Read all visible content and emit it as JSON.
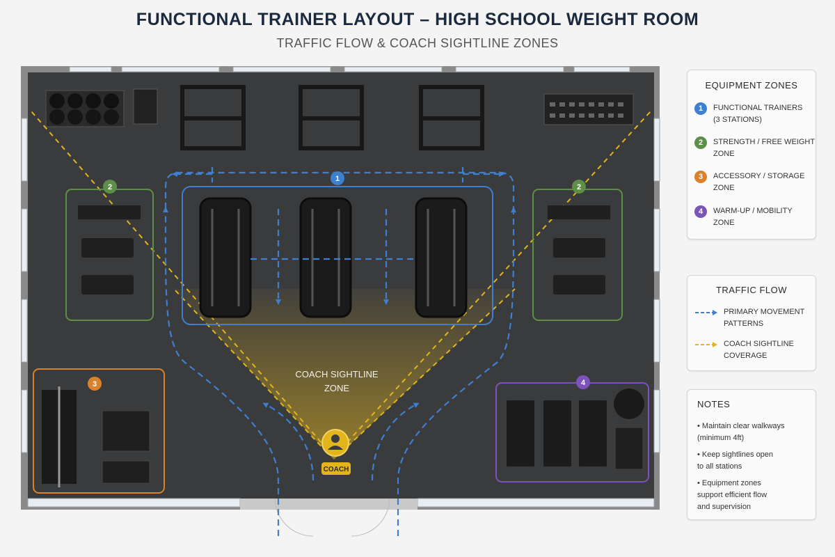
{
  "title": "FUNCTIONAL TRAINER LAYOUT – HIGH SCHOOL WEIGHT ROOM",
  "subtitle": "TRAFFIC FLOW & COACH SIGHTLINE ZONES",
  "floor": {
    "coach_zone_label_line1": "COACH SIGHTLINE",
    "coach_zone_label_line2": "ZONE",
    "coach_label": "COACH",
    "zone_badges": [
      "1",
      "2",
      "2",
      "3",
      "4"
    ]
  },
  "colors": {
    "zone1": "#3f7fd0",
    "zone2": "#5e8f49",
    "zone3": "#d9822b",
    "zone4": "#7c53b8",
    "sightline": "#e3b51c",
    "floor": "#3a3b3d"
  },
  "legend_zones": {
    "heading": "EQUIPMENT ZONES",
    "items": [
      {
        "num": "1",
        "text": "FUNCTIONAL TRAINERS\n(3 STATIONS)",
        "color": "#3f7fd0"
      },
      {
        "num": "2",
        "text": "STRENGTH / FREE WEIGHT\nZONE",
        "color": "#5e8f49"
      },
      {
        "num": "3",
        "text": "ACCESSORY / STORAGE\nZONE",
        "color": "#d9822b"
      },
      {
        "num": "4",
        "text": "WARM-UP / MOBILITY\nZONE",
        "color": "#7c53b8"
      }
    ]
  },
  "legend_flow": {
    "heading": "TRAFFIC FLOW",
    "items": [
      {
        "text": "PRIMARY MOVEMENT\nPATTERNS",
        "color": "#3f7fd0"
      },
      {
        "text": "COACH SIGHTLINE\nCOVERAGE",
        "color": "#e3b51c"
      }
    ]
  },
  "notes": {
    "heading": "NOTES",
    "items": [
      "• Maintain clear walkways\n  (minimum 4ft)",
      "• Keep sightlines open\n  to all stations",
      "• Equipment zones\n  support efficient flow\n  and supervision"
    ]
  }
}
